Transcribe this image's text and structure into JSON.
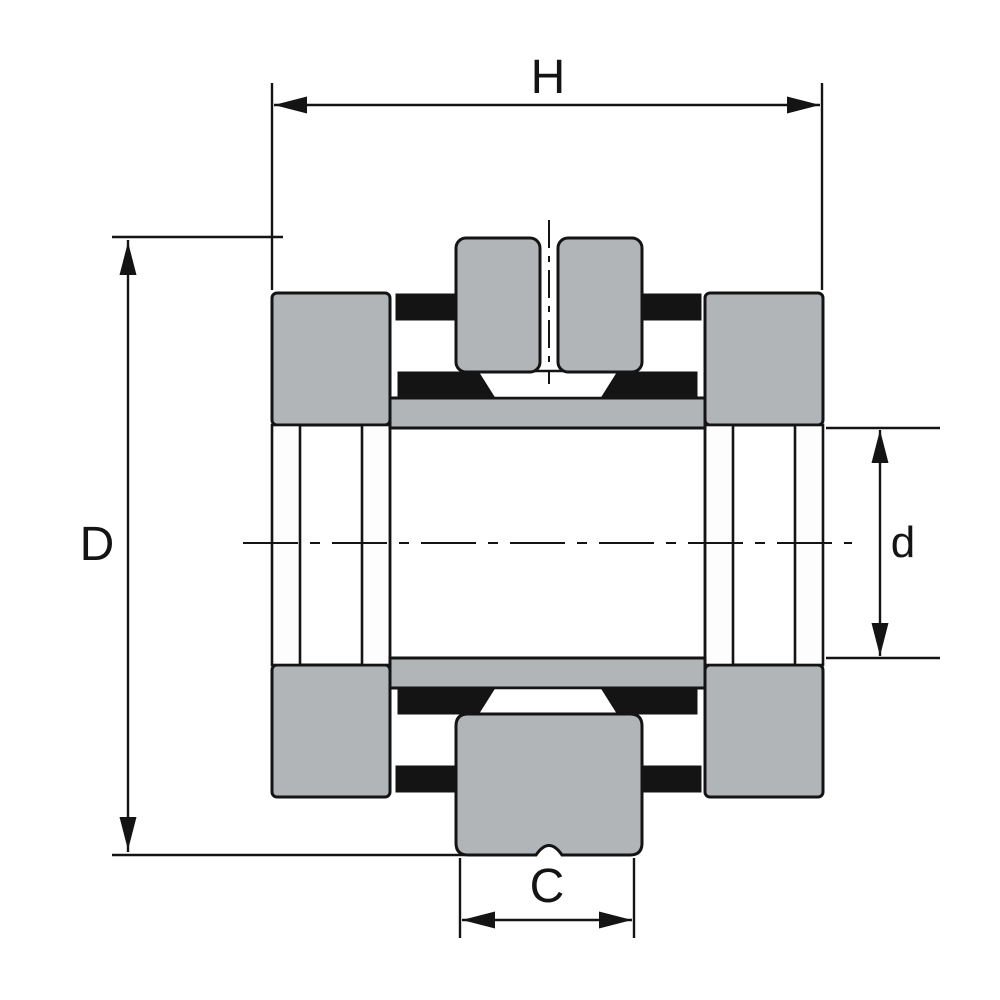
{
  "diagram": {
    "kind": "bearing-adapter-sleeve-cross-section",
    "labels": {
      "overall_width": "H",
      "outer_diameter": "D",
      "bore_diameter": "d",
      "nut_width": "C"
    },
    "colors": {
      "part_fill": "#b2b5b7",
      "dark_fill": "#141414",
      "line": "#141414",
      "background": "#ffffff"
    }
  }
}
